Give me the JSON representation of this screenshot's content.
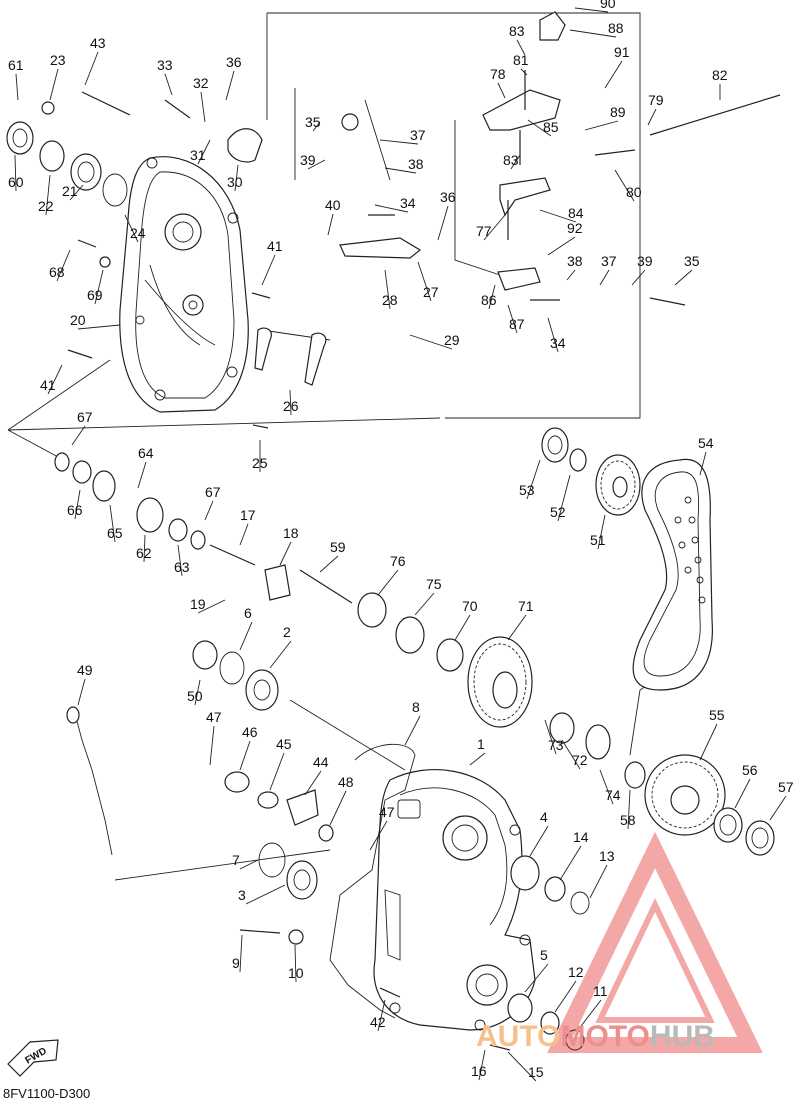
{
  "diagram_code": "8FV1100-D300",
  "fwd_badge": "FWD",
  "watermark": {
    "parts": [
      "AUTO",
      "MOTO",
      "HUB"
    ],
    "colors": [
      "#f7c08a",
      "#ee8f8f",
      "#b9b9b9"
    ],
    "logo_color": "#f08a8a"
  },
  "callouts": [
    "90",
    "88",
    "83",
    "81",
    "78",
    "91",
    "82",
    "79",
    "89",
    "80",
    "85",
    "83",
    "77",
    "84",
    "92",
    "38",
    "37",
    "39",
    "35",
    "86",
    "87",
    "34",
    "61",
    "23",
    "43",
    "33",
    "36",
    "32",
    "31",
    "30",
    "35",
    "37",
    "39",
    "38",
    "34",
    "36",
    "40",
    "27",
    "28",
    "29",
    "60",
    "22",
    "21",
    "24",
    "68",
    "41",
    "69",
    "20",
    "41",
    "26",
    "25",
    "67",
    "64",
    "66",
    "65",
    "62",
    "63",
    "67",
    "17",
    "18",
    "59",
    "19",
    "6",
    "2",
    "76",
    "75",
    "70",
    "71",
    "50",
    "1",
    "73",
    "72",
    "74",
    "53",
    "52",
    "51",
    "54",
    "55",
    "56",
    "57",
    "58",
    "49",
    "47",
    "46",
    "45",
    "44",
    "48",
    "8",
    "47",
    "4",
    "14",
    "13",
    "7",
    "3",
    "9",
    "10",
    "5",
    "12",
    "11",
    "42",
    "16",
    "15"
  ]
}
